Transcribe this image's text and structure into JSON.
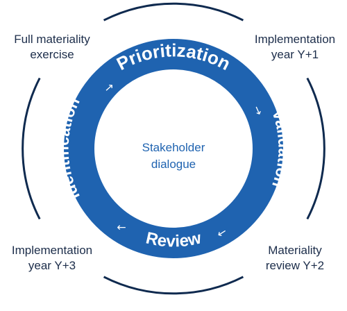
{
  "diagram": {
    "colors": {
      "ring_fill": "#1f63b0",
      "outer_ring": "#0f2a4f",
      "corner_text": "#1c2d4a",
      "center_text": "#1f63b0",
      "ring_text": "#ffffff"
    },
    "center": {
      "line1": "Stakeholder",
      "line2": "dialogue"
    },
    "ring": {
      "steps": [
        {
          "label": "Prioritization"
        },
        {
          "label": "Validation"
        },
        {
          "label": "Review"
        },
        {
          "label": "Identification"
        }
      ],
      "arrow_glyph": "→",
      "arrow_icon": "arrow-right-icon"
    },
    "corners": {
      "top_left": {
        "line1": "Full materiality",
        "line2": "exercise"
      },
      "top_right": {
        "line1": "Implementation",
        "line2": "year Y+1"
      },
      "bottom_right": {
        "line1": "Materiality",
        "line2": "review Y+2"
      },
      "bottom_left": {
        "line1": "Implementation",
        "line2": "year Y+3"
      }
    }
  }
}
